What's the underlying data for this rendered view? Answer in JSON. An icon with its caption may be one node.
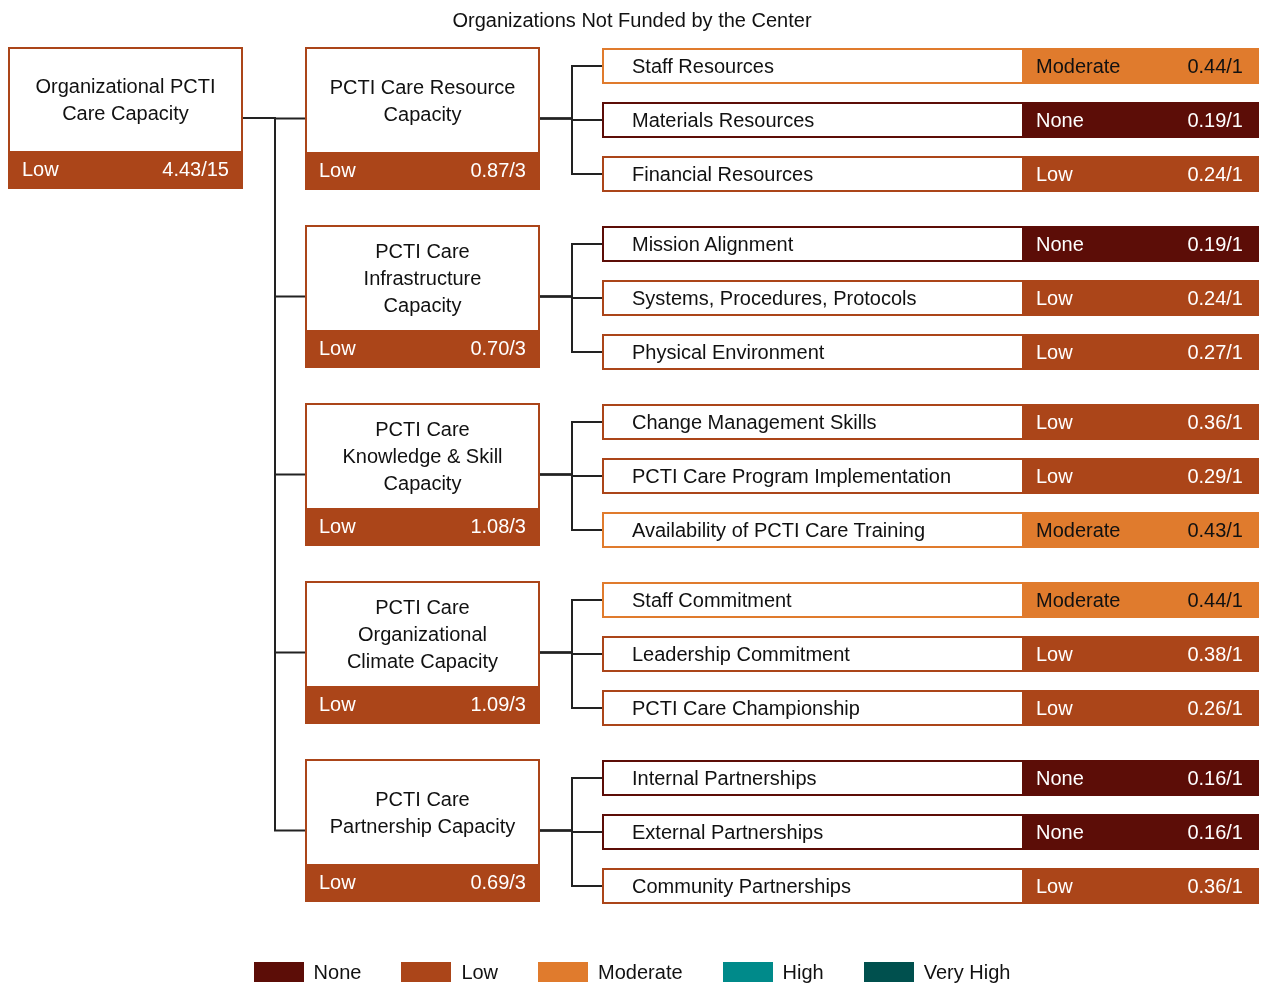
{
  "diagram": {
    "title": "Organizations Not Funded by the Center",
    "nodes": [
      {
        "text": [
          "Organizational PCTI Care Capacity",
          "Low",
          "4.43/15"
        ]
      },
      {
        "text": [
          "PCTI Care Resource Capacity",
          "Low",
          "0.87/3"
        ]
      },
      {
        "text": [
          "Staff Resources",
          "Moderate",
          "0.44/1"
        ]
      },
      {
        "text": [
          "Materials Resources",
          "None",
          "0.19/1"
        ]
      },
      {
        "text": [
          "Financial Resources",
          "Low",
          "0.24/1"
        ]
      },
      {
        "text": [
          "PCTI Care Infrastructure Capacity",
          "Low",
          "0.70/3"
        ]
      },
      {
        "text": [
          "Mission Alignment",
          "None",
          "0.19/1"
        ]
      },
      {
        "text": [
          "Systems, Procedures, Protocols",
          "Low",
          "0.24/1"
        ]
      },
      {
        "text": [
          "Physical Environment",
          "Low",
          "0.27/1"
        ]
      },
      {
        "text": [
          "PCTI Care Knowledge & Skill Capacity",
          "Low",
          "1.08/3"
        ]
      },
      {
        "text": [
          "Change Management Skills",
          "Low",
          "0.36/1"
        ]
      },
      {
        "text": [
          "PCTI Care Program Implementation",
          "Low",
          "0.29/1"
        ]
      },
      {
        "text": [
          "Availability of PCTI Care Training",
          "Moderate",
          "0.43/1"
        ]
      },
      {
        "text": [
          "PCTI Care Organizational Climate Capacity",
          "Low",
          "1.09/3"
        ]
      },
      {
        "text": [
          "Staff Commitment",
          "Moderate",
          "0.44/1"
        ]
      },
      {
        "text": [
          "Leadership Commitment",
          "Low",
          "0.38/1"
        ]
      },
      {
        "text": [
          "PCTI Care Championship",
          "Low",
          "0.26/1"
        ]
      },
      {
        "text": [
          "PCTI Care Partnership Capacity",
          "Low",
          "0.69/3"
        ]
      },
      {
        "text": [
          "Internal Partnerships",
          "None",
          "0.16/1"
        ]
      },
      {
        "text": [
          "External Partnerships",
          "None",
          "0.16/1"
        ]
      },
      {
        "text": [
          "Community Partnerships",
          "Low",
          "0.36/1"
        ]
      }
    ],
    "edges": [
      {
        "from": 0,
        "to": 1,
        "arrow": "none"
      },
      {
        "from": 0,
        "to": 5,
        "arrow": "none"
      },
      {
        "from": 0,
        "to": 9,
        "arrow": "none"
      },
      {
        "from": 0,
        "to": 13,
        "arrow": "none"
      },
      {
        "from": 0,
        "to": 17,
        "arrow": "none"
      },
      {
        "from": 1,
        "to": 2,
        "arrow": "none"
      },
      {
        "from": 1,
        "to": 3,
        "arrow": "none"
      },
      {
        "from": 1,
        "to": 4,
        "arrow": "none"
      },
      {
        "from": 5,
        "to": 6,
        "arrow": "none"
      },
      {
        "from": 5,
        "to": 7,
        "arrow": "none"
      },
      {
        "from": 5,
        "to": 8,
        "arrow": "none"
      },
      {
        "from": 9,
        "to": 10,
        "arrow": "none"
      },
      {
        "from": 9,
        "to": 11,
        "arrow": "none"
      },
      {
        "from": 9,
        "to": 12,
        "arrow": "none"
      },
      {
        "from": 13,
        "to": 14,
        "arrow": "none"
      },
      {
        "from": 13,
        "to": 15,
        "arrow": "none"
      },
      {
        "from": 13,
        "to": 16,
        "arrow": "none"
      },
      {
        "from": 17,
        "to": 18,
        "arrow": "none"
      },
      {
        "from": 17,
        "to": 19,
        "arrow": "none"
      },
      {
        "from": 17,
        "to": 20,
        "arrow": "none"
      }
    ],
    "legend": [
      {
        "text": "None",
        "color": "#5c0d07"
      },
      {
        "text": "Low",
        "color": "#ab4519"
      },
      {
        "text": "Moderate",
        "color": "#e07b2d"
      },
      {
        "text": "High",
        "color": "#008a8a"
      },
      {
        "text": "Very High",
        "color": "#00504e"
      }
    ]
  }
}
